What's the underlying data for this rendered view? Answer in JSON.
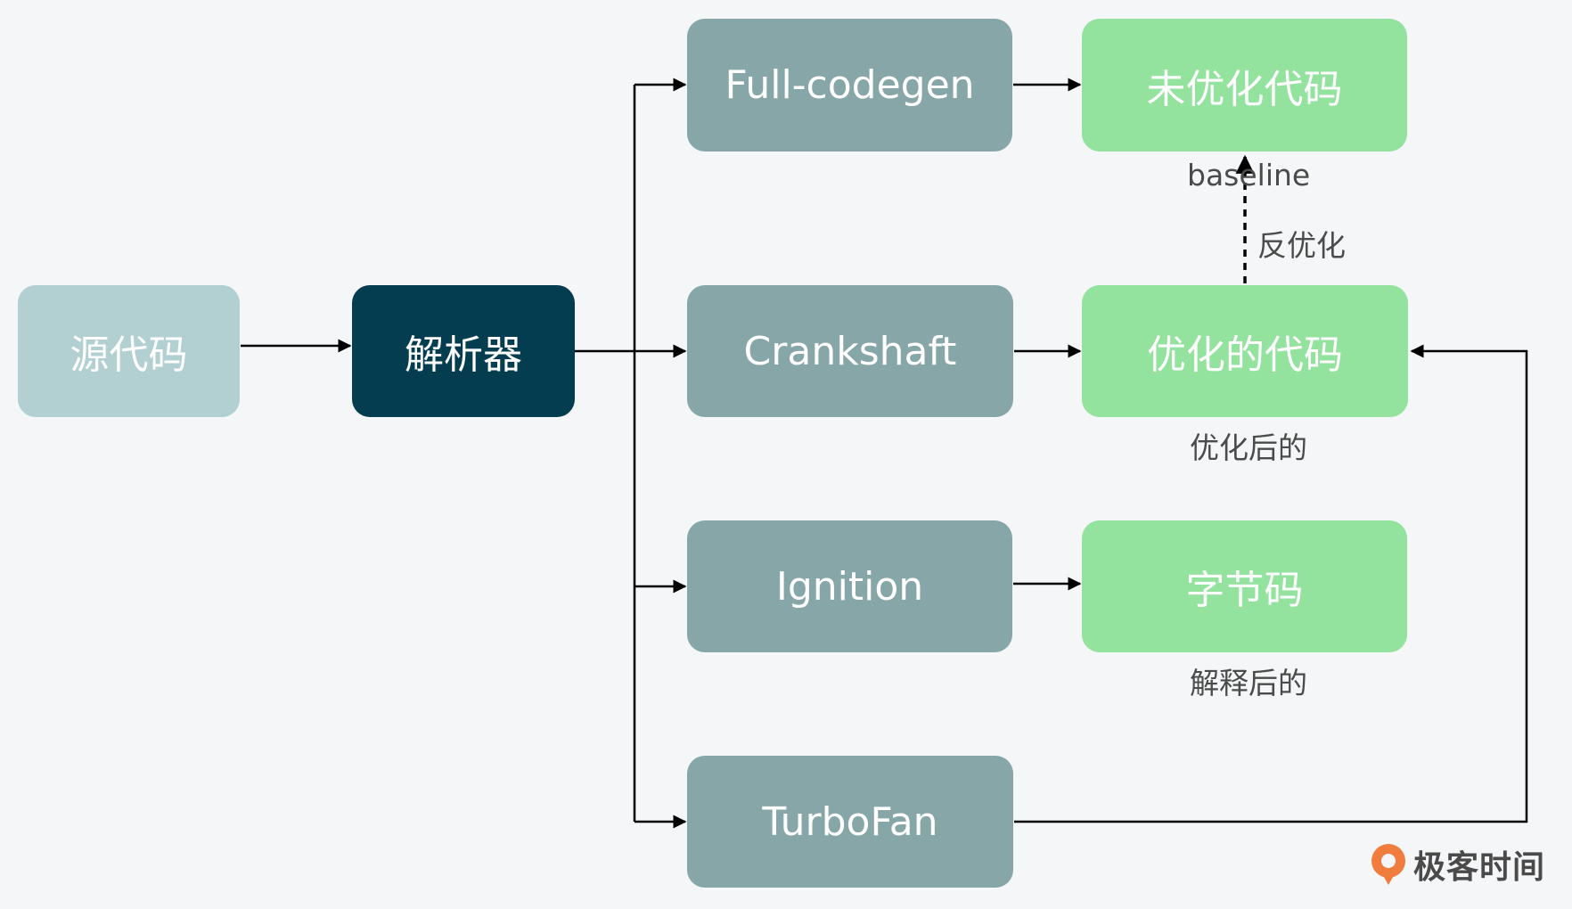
{
  "nodes": {
    "source": "源代码",
    "parser": "解析器",
    "full_codegen": "Full-codegen",
    "crankshaft": "Crankshaft",
    "ignition": "Ignition",
    "turbofan": "TurboFan",
    "unoptimized": "未优化代码",
    "optimized": "优化的代码",
    "bytecode": "字节码"
  },
  "labels": {
    "baseline": "baseline",
    "deopt": "反优化",
    "after_opt": "优化后的",
    "after_interp": "解释后的"
  },
  "brand": {
    "name": "极客时间",
    "icon": "geektime-logo-icon",
    "accent": "#f07c3d"
  },
  "colors": {
    "source": "#b2cfd1",
    "parser": "#053d50",
    "engine": "#86a6a8",
    "code": "#93e29e"
  }
}
